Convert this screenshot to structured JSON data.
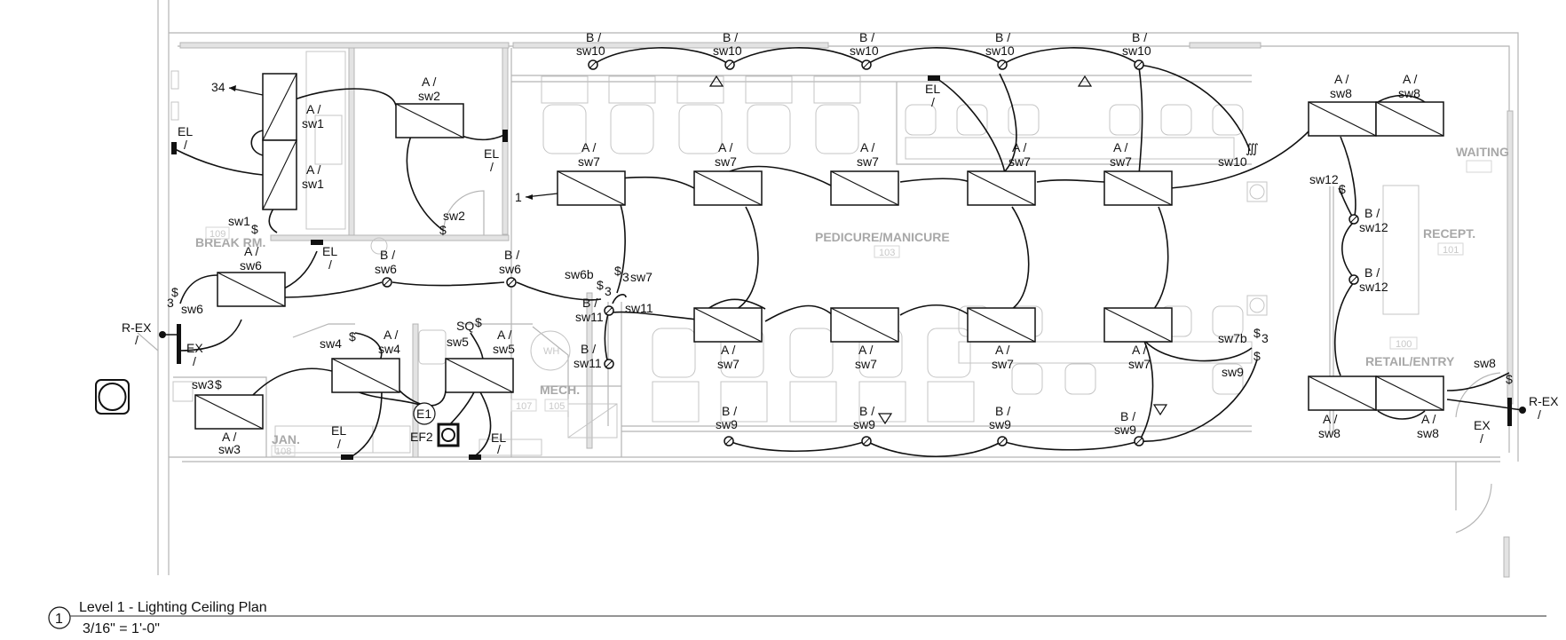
{
  "drawing": {
    "view_number": "1",
    "view_title": "Level 1  - Lighting Ceiling Plan",
    "scale": "3/16\" = 1'-0\""
  },
  "rooms": [
    {
      "name": "BREAK RM.",
      "number": "109"
    },
    {
      "name": "JAN.",
      "number": "108"
    },
    {
      "name": "",
      "number": "107"
    },
    {
      "name": "MECH.",
      "number": "105"
    },
    {
      "name": "PEDICURE/MANICURE",
      "number": "103"
    },
    {
      "name": "WAITING",
      "number": ""
    },
    {
      "name": "RECEPT.",
      "number": "101"
    },
    {
      "name": "RETAIL/ENTRY",
      "number": "100"
    }
  ],
  "equipment_labels": {
    "wh": "WH",
    "e1": "E1",
    "ef2": "EF2",
    "keynote_34": "34",
    "keynote_1": "1"
  },
  "fixture_tags": {
    "a_sw1": [
      "A /",
      "sw1"
    ],
    "a_sw2": [
      "A /",
      "sw2"
    ],
    "a_sw3": [
      "A /",
      "sw3"
    ],
    "a_sw4": [
      "A /",
      "sw4"
    ],
    "a_sw5": [
      "A /",
      "sw5"
    ],
    "a_sw6": [
      "A /",
      "sw6"
    ],
    "a_sw7": [
      "A /",
      "sw7"
    ],
    "a_sw8": [
      "A /",
      "sw8"
    ],
    "b_sw6": [
      "B /",
      "sw6"
    ],
    "b_sw9": [
      "B /",
      "sw9"
    ],
    "b_sw10": [
      "B /",
      "sw10"
    ],
    "b_sw11": [
      "B /",
      "sw11"
    ],
    "b_sw12": [
      "B /",
      "sw12"
    ],
    "el": [
      "EL",
      "/"
    ],
    "ex": [
      "EX",
      "/"
    ],
    "rex": [
      "R-EX",
      "/"
    ]
  },
  "switch_labels": {
    "sw1": "sw1",
    "sw2": "sw2",
    "sw3": "sw3",
    "sw4": "sw4",
    "sw5": "sw5",
    "sw6": "sw6",
    "sw6b": "sw6b",
    "sw7": "sw7",
    "sw7b": "sw7b",
    "sw8": "sw8",
    "sw9": "sw9",
    "sw10": "sw10",
    "sw11": "sw11",
    "sw12": "sw12",
    "sq": "SQ",
    "three_way": "3"
  },
  "colors": {
    "wire": "#111111",
    "wall": "#b5b5b5",
    "room_label": "#a8a8a8"
  }
}
